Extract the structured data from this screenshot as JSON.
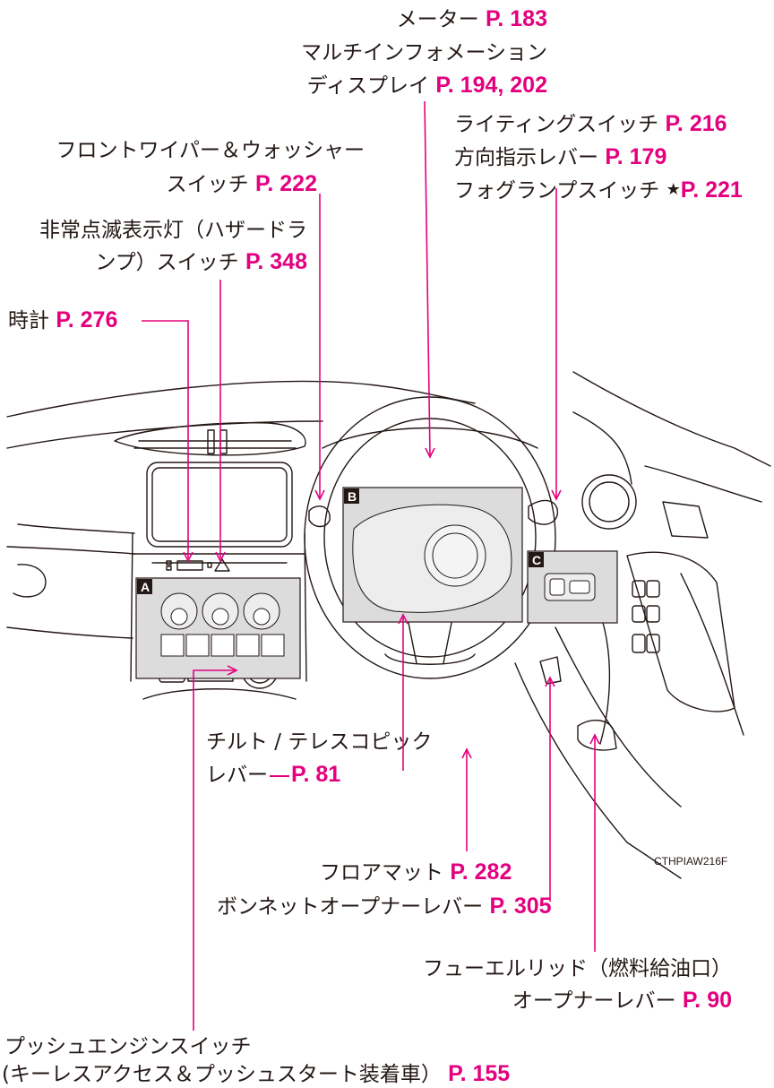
{
  "labels": {
    "meter": {
      "text": "メーター",
      "page": "P. 183"
    },
    "multi1": {
      "text": "マルチインフォメーション"
    },
    "multi2": {
      "text": "ディスプレイ",
      "page": "P. 194, 202"
    },
    "lighting": {
      "text": "ライティングスイッチ",
      "page": "P. 216"
    },
    "turn": {
      "text": "方向指示レバー",
      "page": "P. 179"
    },
    "fog": {
      "text": "フォグランプスイッチ",
      "mark": "★",
      "page": "P. 221"
    },
    "wiper1": {
      "text": "フロントワイパー＆ウォッシャー"
    },
    "wiper2": {
      "text": "スイッチ",
      "page": "P. 222"
    },
    "hazard1": {
      "text": "非常点滅表示灯（ハザードラ"
    },
    "hazard2": {
      "text": "ンプ）スイッチ",
      "page": "P. 348"
    },
    "clock": {
      "text": "時計",
      "page": "P. 276"
    },
    "tilt1": {
      "text": "チルト / テレスコピック"
    },
    "tilt2": {
      "text": "レバー",
      "page": "P. 81"
    },
    "floormat": {
      "text": "フロアマット",
      "page": "P. 282"
    },
    "bonnet": {
      "text": "ボンネットオープナーレバー",
      "page": "P. 305"
    },
    "fuel1": {
      "text": "フューエルリッド（燃料給油口）"
    },
    "fuel2": {
      "text": "オープナーレバー",
      "page": "P. 90"
    },
    "push1": {
      "text": "プッシュエンジンスイッチ"
    },
    "push2": {
      "text": "(キーレスアクセス＆プッシュスタート装着車）",
      "page": "P. 155"
    }
  },
  "boxes": {
    "a": "A",
    "b": "B",
    "c": "C"
  },
  "figure_code": "CTHPIAW216F",
  "colors": {
    "accent": "#e4007f",
    "line": "#231815",
    "box_fill": "#dcdcdc"
  }
}
